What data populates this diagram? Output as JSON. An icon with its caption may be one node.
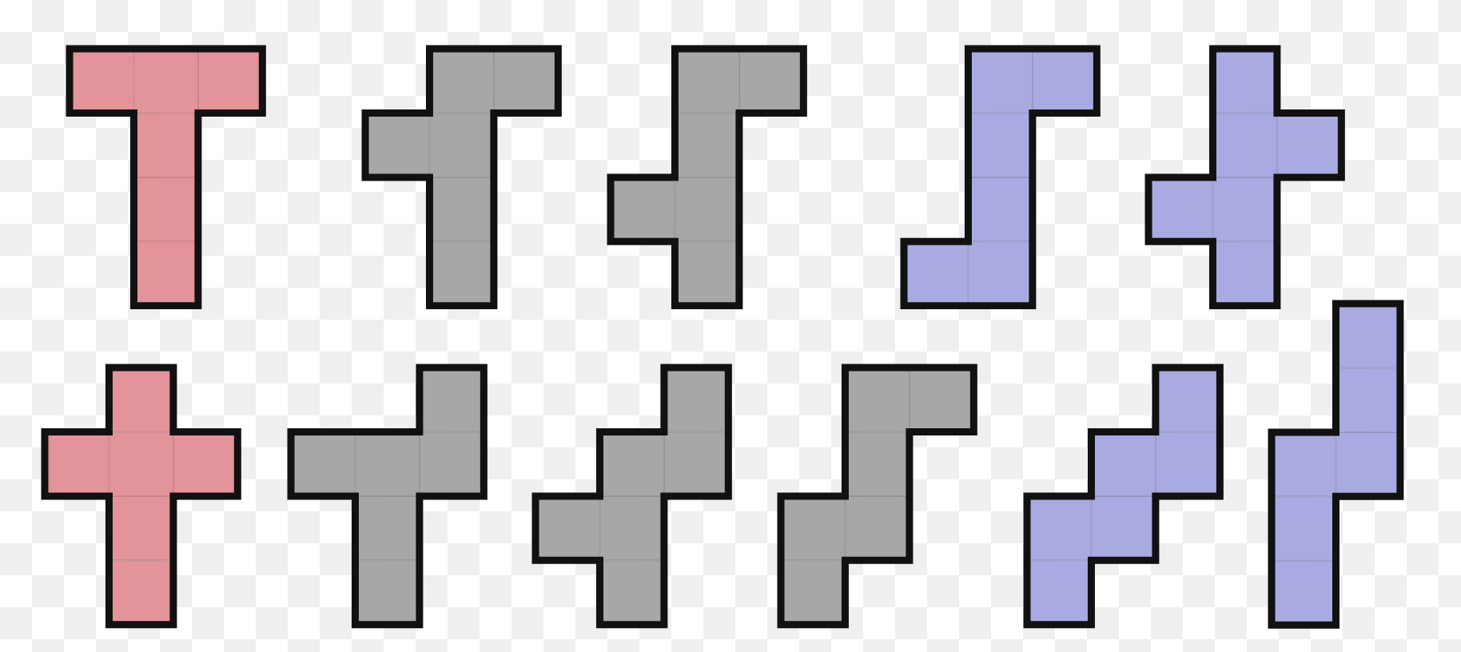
{
  "diagram": {
    "nodes": [
      {
        "text": [],
        "shape": "polyomino"
      },
      {
        "text": [],
        "shape": "polyomino"
      },
      {
        "text": [],
        "shape": "polyomino"
      },
      {
        "text": [],
        "shape": "polyomino"
      },
      {
        "text": [],
        "shape": "polyomino"
      },
      {
        "text": [],
        "shape": "polyomino"
      },
      {
        "text": [],
        "shape": "polyomino"
      },
      {
        "text": [],
        "shape": "polyomino"
      },
      {
        "text": [],
        "shape": "polyomino"
      },
      {
        "text": [],
        "shape": "polyomino"
      },
      {
        "text": [],
        "shape": "polyomino"
      }
    ]
  }
}
